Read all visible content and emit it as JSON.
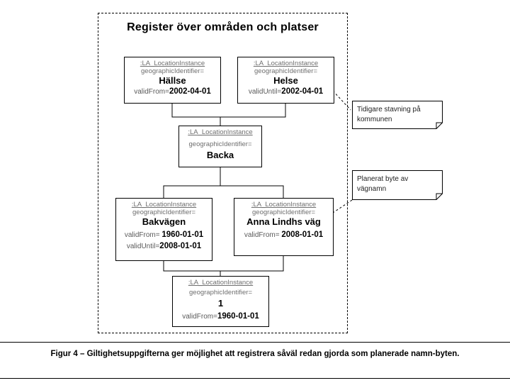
{
  "diagram": {
    "title": "Register över områden och platser",
    "boxes": [
      {
        "id": "hallse",
        "header": ":LA_LocationInstance",
        "attr_label": "geographicIdentifier=",
        "name": "Hällse",
        "lines": [
          {
            "label": "validFrom=",
            "value": "2002-04-01"
          }
        ]
      },
      {
        "id": "helse",
        "header": ":LA_LocationInstance",
        "attr_label": "geographicIdentifier=",
        "name": "Helse",
        "lines": [
          {
            "label": "validUntil=",
            "value": "2002-04-01"
          }
        ]
      },
      {
        "id": "backa",
        "header": ":LA_LocationInstance",
        "attr_label": "geographicIdentifier=",
        "name": "Backa",
        "lines": []
      },
      {
        "id": "bakvagen",
        "header": ":LA_LocationInstance",
        "attr_label": "geographicIdentifier=",
        "name": "Bakvägen",
        "lines": [
          {
            "label": "validFrom=",
            "value": "1960-01-01"
          },
          {
            "label": "validUntil=",
            "value": "2008-01-01"
          }
        ]
      },
      {
        "id": "annalindhsvag",
        "header": ":LA_LocationInstance",
        "attr_label": "geographicIdentifier=",
        "name": "Anna Lindhs väg",
        "lines": [
          {
            "label": "validFrom=",
            "value": "2008-01-01"
          }
        ]
      },
      {
        "id": "one",
        "header": ":LA_LocationInstance",
        "attr_label": "geographicIdentifier=",
        "name": "1",
        "lines": [
          {
            "label": "validFrom=",
            "value": "1960-01-01"
          }
        ]
      }
    ],
    "notes": [
      {
        "id": "note-stavning",
        "text": "Tidigare stavning på kommunen"
      },
      {
        "id": "note-vagnamn",
        "text": "Planerat byte av vägnamn"
      }
    ]
  },
  "caption": {
    "text": "Figur 4 – Giltighetsuppgifterna ger möjlighet att registrera såväl redan gjorda som planerade namn-byten."
  }
}
